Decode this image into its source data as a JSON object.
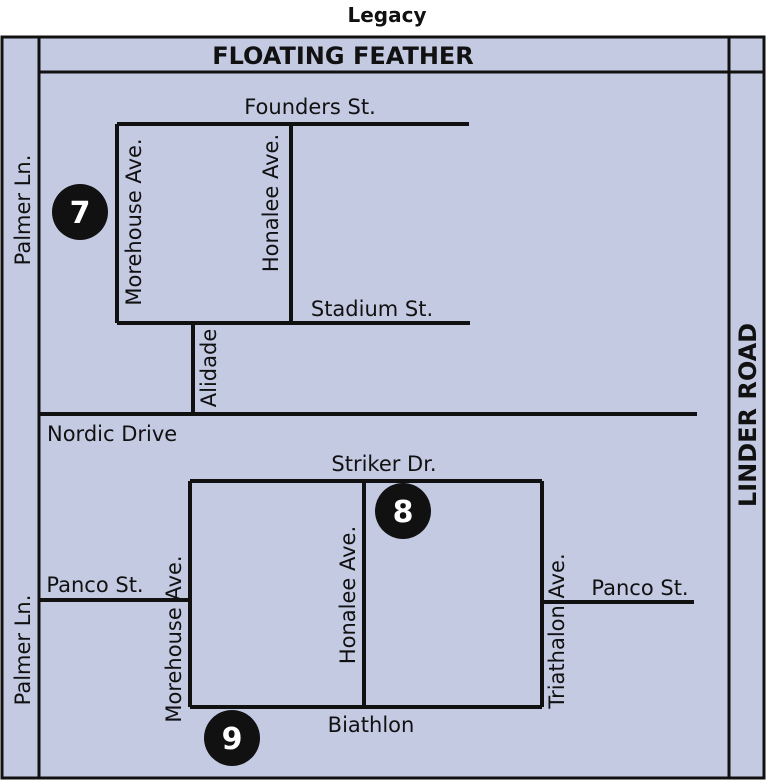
{
  "title": "Legacy",
  "colors": {
    "map_fill": "#c5cae3",
    "road_line": "#111111",
    "marker_fill": "#111111",
    "marker_text": "#ffffff"
  },
  "roads": {
    "floating_feather": "FLOATING FEATHER",
    "linder_road": "LINDER ROAD",
    "palmer_upper": "Palmer Ln.",
    "palmer_lower": "Palmer Ln.",
    "founders": "Founders St.",
    "morehouse_upper": "Morehouse Ave.",
    "honalee_upper": "Honalee Ave.",
    "stadium": "Stadium St.",
    "alidade": "Alidade",
    "nordic": "Nordic Drive",
    "striker": "Striker Dr.",
    "honalee_lower": "Honalee Ave.",
    "morehouse_lower": "Morehouse Ave.",
    "panco_left": "Panco St.",
    "panco_right": "Panco St.",
    "triathalon": "Triathalon Ave.",
    "biathlon": "Biathlon"
  },
  "markers": [
    "7",
    "8",
    "9"
  ]
}
